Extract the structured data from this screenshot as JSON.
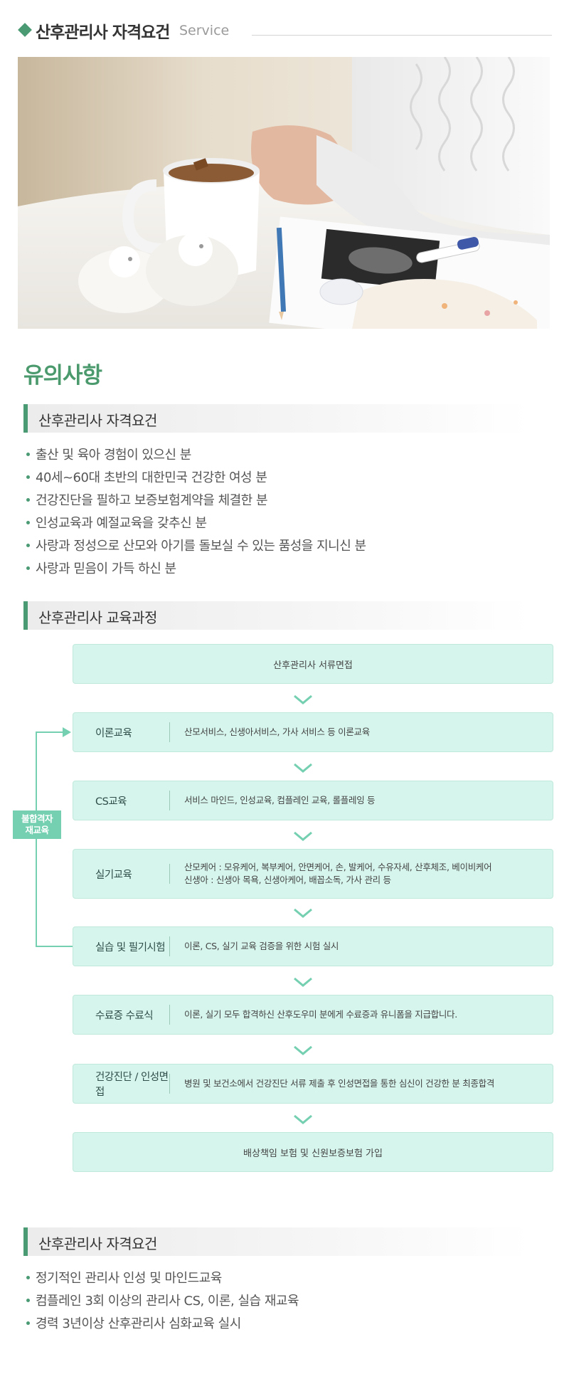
{
  "header": {
    "title": "산후관리사 자격요건",
    "subtitle": "Service"
  },
  "notes": {
    "title": "유의사항",
    "section1": {
      "title": "산후관리사 자격요건",
      "items": [
        "출산 및 육아 경험이 있으신 분",
        "40세~60대 초반의 대한민국 건강한 여성 분",
        "건강진단을 필하고 보증보험계약을 체결한 분",
        "인성교육과 예절교육을 갖추신 분",
        "사랑과 정성으로 산모와 아기를 돌보실 수 있는 품성을 지니신 분",
        "사랑과 믿음이 가득 하신 분"
      ]
    },
    "section2": {
      "title": "산후관리사 교육과정"
    },
    "section3": {
      "title": "산후관리사 자격요건",
      "items": [
        "정기적인 관리사 인성 및 마인드교육",
        "컴플레인 3회 이상의 관리사 CS, 이론, 실습 재교육",
        "경력 3년이상 산후관리사 심화교육 실시"
      ]
    }
  },
  "flow": {
    "retrain_label_line1": "불합격자",
    "retrain_label_line2": "재교육",
    "steps": [
      {
        "text": "산후관리사 서류면접"
      },
      {
        "name": "이론교육",
        "desc": "산모서비스, 신생아서비스, 가사 서비스 등 이론교육"
      },
      {
        "name": "CS교육",
        "desc": "서비스 마인드, 인성교육, 컴플레인 교육, 롤플레잉 등"
      },
      {
        "name": "실기교육",
        "desc1": "산모케어 : 모유케어, 복부케어, 안면케어, 손, 발케어, 수유자세, 산후체조, 베이비케어",
        "desc2": "신생아 : 신생아 목욕, 신생아케어, 배꼽소독, 가사 관리 등"
      },
      {
        "name": "실습 및 필기시험",
        "desc": "이론, CS, 실기 교육 검증을 위한 시험 실시"
      },
      {
        "name": "수료증 수료식",
        "desc": "이론, 실기 모두 합격하신 산후도우미 분에게 수료증과 유니폼을 지급합니다."
      },
      {
        "name": "건강진단 / 인성면접",
        "desc": "병원 및 보건소에서 건강진단 서류 제출 후 인성면접을 통한 심신이 건강한 분 최종합격"
      },
      {
        "text": "배상책임 보험 및 신원보증보험 가입"
      }
    ]
  },
  "colors": {
    "accent_green": "#4a9a74",
    "step_bg": "#d6f5ec",
    "flow_line": "#74d0b0"
  }
}
